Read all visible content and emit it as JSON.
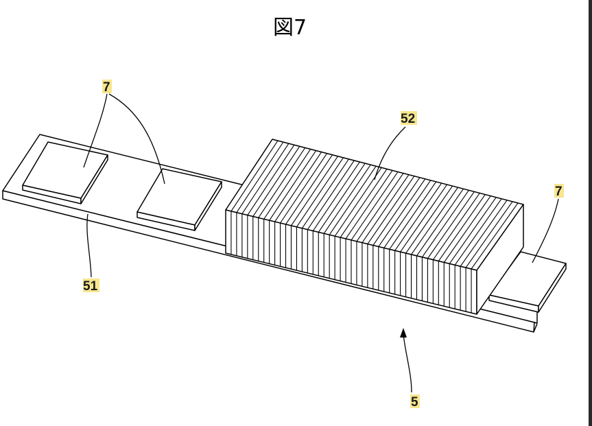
{
  "figure": {
    "title": "図7"
  },
  "labels": {
    "pads_top": "7",
    "pads_right": "7",
    "substrate": "51",
    "heatsink": "52",
    "module": "5"
  },
  "colors": {
    "label_highlight": "#f6e27a",
    "line": "#000000",
    "background": "#ffffff"
  }
}
